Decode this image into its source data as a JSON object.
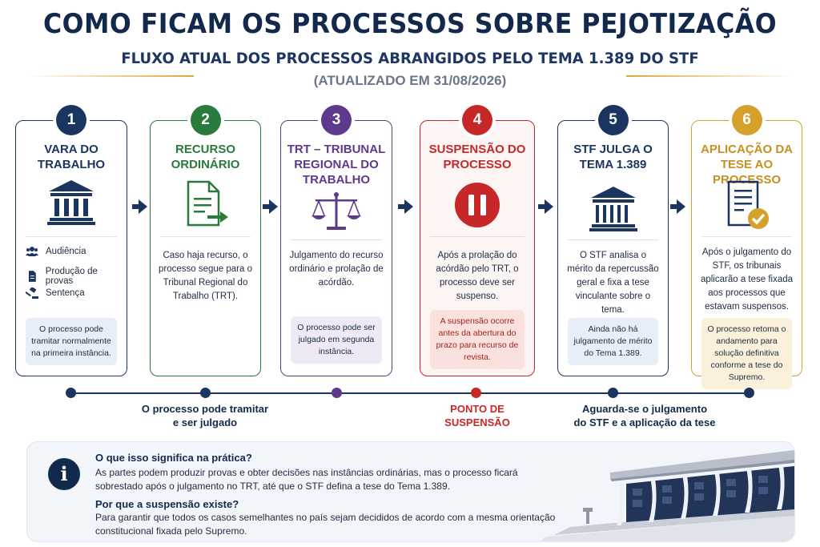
{
  "header": {
    "title": "COMO FICAM OS PROCESSOS SOBRE PEJOTIZAÇÃO",
    "subtitle": "FLUXO ATUAL DOS PROCESSOS ABRANGIDOS PELO TEMA 1.389 DO STF",
    "updated": "(ATUALIZADO EM 31/08/2026)"
  },
  "colors": {
    "navy": "#1b3561",
    "green": "#2a7a3b",
    "purple": "#5d3a8c",
    "red": "#c62828",
    "gold": "#d4a12a"
  },
  "steps": [
    {
      "number": "1",
      "title_line1": "VARA DO",
      "title_line2": "TRABALHO",
      "icon": "courthouse-icon",
      "bullets": [
        "Audiência",
        "Produção de provas",
        "Sentença"
      ],
      "bullet_icons": [
        "people-icon",
        "document-icon",
        "gavel-icon"
      ],
      "note": "O processo pode tramitar normalmente na primeira instância."
    },
    {
      "number": "2",
      "title_line1": "RECURSO",
      "title_line2": "ORDINÁRIO",
      "icon": "document-arrow-icon",
      "desc": "Caso haja recurso, o processo segue para o Tribunal Regional do Trabalho (TRT)."
    },
    {
      "number": "3",
      "title_line1": "TRT – TRIBUNAL",
      "title_line2": "REGIONAL DO",
      "title_line3": "TRABALHO",
      "icon": "scales-icon",
      "desc": "Julgamento do recurso ordinário e prolação de acórdão.",
      "note": "O processo pode ser julgado em segunda instância."
    },
    {
      "number": "4",
      "title_line1": "SUSPENSÃO DO",
      "title_line2": "PROCESSO",
      "icon": "pause-icon",
      "desc": "Após a prolação do acórdão pelo TRT, o processo deve ser suspenso.",
      "note": "A suspensão ocorre antes da abertura do prazo para recurso de revista."
    },
    {
      "number": "5",
      "title_line1": "STF JULGA O",
      "title_line2": "TEMA 1.389",
      "icon": "courthouse-icon",
      "desc": "O STF analisa o mérito da repercussão geral e fixa a tese vinculante sobre o tema.",
      "note": "Ainda não há julgamento de mérito do Tema 1.389."
    },
    {
      "number": "6",
      "title_line1": "APLICAÇÃO DA",
      "title_line2": "TESE AO PROCESSO",
      "icon": "document-check-icon",
      "desc": "Após o julgamento do STF, os tribunais aplicarão a tese fixada aos processos que estavam suspensos.",
      "note": "O processo retoma o andamento para solução definitiva conforme a tese do Supremo."
    }
  ],
  "timeline": {
    "label_left_1": "O processo pode tramitar",
    "label_left_2": "e ser julgado",
    "label_mid_1": "PONTO DE",
    "label_mid_2": "SUSPENSÃO",
    "label_right_1": "Aguarda-se o julgamento",
    "label_right_2": "do STF e a aplicação da tese"
  },
  "info": {
    "icon": "info-icon",
    "q1": "O que isso significa na prática?",
    "a1": "As partes podem produzir provas e obter decisões nas instâncias ordinárias, mas o processo ficará sobrestado após o julgamento no TRT, até que o STF defina a tese do Tema 1.389.",
    "q2": "Por que a suspensão existe?",
    "a2": "Para garantir que todos os casos semelhantes no país sejam decididos de acordo com a mesma orientação constitucional fixada pelo Supremo.",
    "illustration": "stf-building-illustration"
  }
}
